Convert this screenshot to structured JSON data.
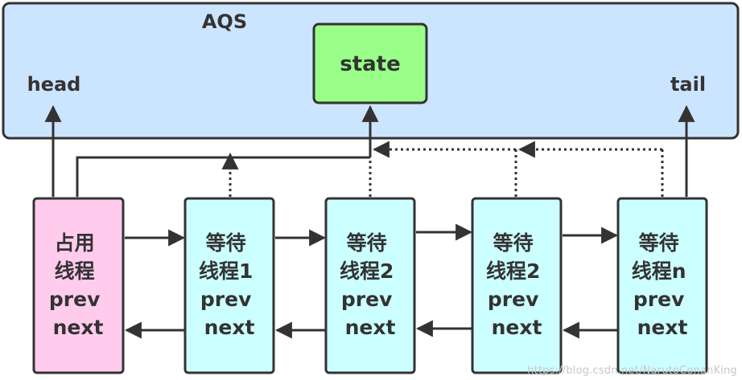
{
  "aqs": {
    "title": "AQS",
    "state_label": "state",
    "head_label": "head",
    "tail_label": "tail"
  },
  "nodes": [
    {
      "line1": "占用",
      "line2": "线程",
      "line3": "prev",
      "line4": "next",
      "kind": "owner"
    },
    {
      "line1": "等待",
      "line2": "线程1",
      "line3": "prev",
      "line4": "next",
      "kind": "waiting"
    },
    {
      "line1": "等待",
      "line2": "线程2",
      "line3": "prev",
      "line4": "next",
      "kind": "waiting"
    },
    {
      "line1": "等待",
      "line2": "线程2",
      "line3": "prev",
      "line4": "next",
      "kind": "waiting"
    },
    {
      "line1": "等待",
      "line2": "线程n",
      "line3": "prev",
      "line4": "next",
      "kind": "waiting"
    }
  ],
  "colors": {
    "aqs_fill": "#cce5ff",
    "state_fill": "#99ff88",
    "owner_fill": "#ffccee",
    "waiting_fill": "#ccffff",
    "stroke": "#333333"
  },
  "watermark": "https://blog.csdn.net/NarutoConanKing"
}
